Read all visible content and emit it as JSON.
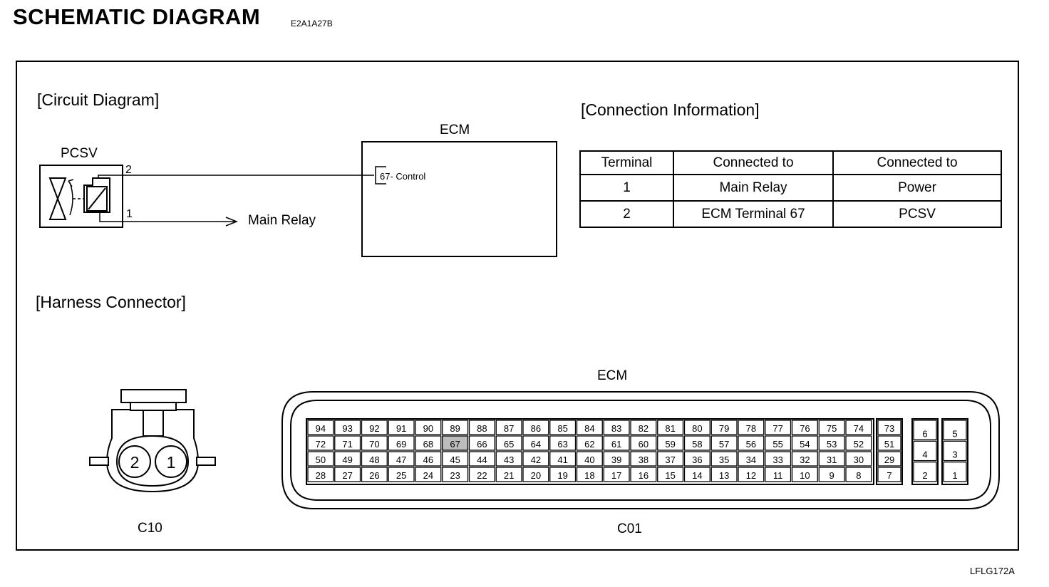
{
  "header": {
    "title": "SCHEMATIC DIAGRAM",
    "doc_code": "E2A1A27B"
  },
  "footer": {
    "figure_code": "LFLG172A"
  },
  "circuit": {
    "section_title": "[Circuit Diagram]",
    "pcsv_label": "PCSV",
    "ecm_label": "ECM",
    "pin2": "2",
    "pin1": "1",
    "ecm_pin_label": "67- Control",
    "relay_label": "Main Relay"
  },
  "connection_info": {
    "section_title": "[Connection Information]",
    "headers": [
      "Terminal",
      "Connected to",
      "Connected to"
    ],
    "rows": [
      [
        "1",
        "Main Relay",
        "Power"
      ],
      [
        "2",
        "ECM Terminal 67",
        "PCSV"
      ]
    ]
  },
  "harness": {
    "section_title": "[Harness Connector]",
    "c10": {
      "label": "C10",
      "pins": [
        "2",
        "1"
      ]
    },
    "c01": {
      "label": "C01",
      "title": "ECM",
      "highlight_pin": "67",
      "main_rows": [
        [
          "94",
          "93",
          "92",
          "91",
          "90",
          "89",
          "88",
          "87",
          "86",
          "85",
          "84",
          "83",
          "82",
          "81",
          "80",
          "79",
          "78",
          "77",
          "76",
          "75",
          "74"
        ],
        [
          "72",
          "71",
          "70",
          "69",
          "68",
          "67",
          "66",
          "65",
          "64",
          "63",
          "62",
          "61",
          "60",
          "59",
          "58",
          "57",
          "56",
          "55",
          "54",
          "53",
          "52"
        ],
        [
          "50",
          "49",
          "48",
          "47",
          "46",
          "45",
          "44",
          "43",
          "42",
          "41",
          "40",
          "39",
          "38",
          "37",
          "36",
          "35",
          "34",
          "33",
          "32",
          "31",
          "30"
        ],
        [
          "28",
          "27",
          "26",
          "25",
          "24",
          "23",
          "22",
          "21",
          "20",
          "19",
          "18",
          "17",
          "16",
          "15",
          "14",
          "13",
          "12",
          "11",
          "10",
          "9",
          "8"
        ]
      ],
      "side_column": [
        "73",
        "51",
        "29",
        "7"
      ],
      "small_col_a": [
        "6",
        "4",
        "2"
      ],
      "small_col_b": [
        "5",
        "3",
        "1"
      ]
    }
  }
}
